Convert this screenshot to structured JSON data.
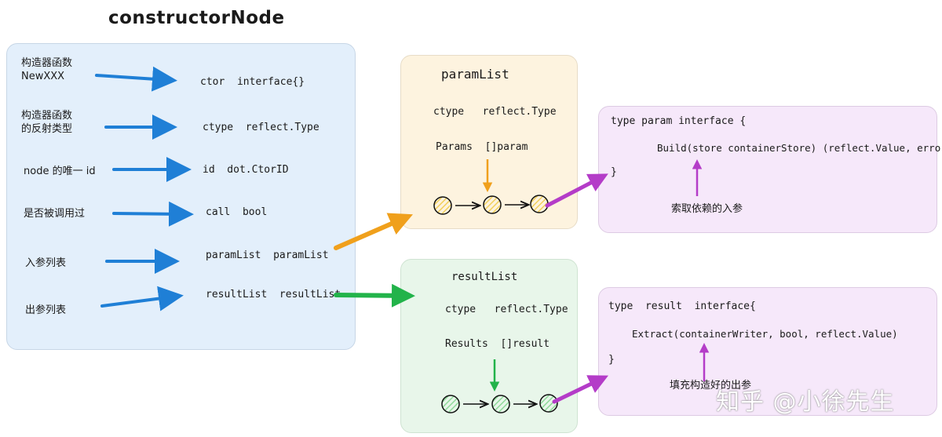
{
  "title": "constructorNode",
  "node": {
    "rows": [
      {
        "label": "构造器函数\nNewXXX",
        "field": "ctor  interface{}"
      },
      {
        "label": "构造器函数\n的反射类型",
        "field": "ctype  reflect.Type"
      },
      {
        "label": "node 的唯一 id",
        "field": "id  dot.CtorID"
      },
      {
        "label": "是否被调用过",
        "field": "call  bool"
      },
      {
        "label": "入参列表",
        "field": "paramList  paramList"
      },
      {
        "label": "出参列表",
        "field": "resultList  resultList"
      }
    ]
  },
  "param_list": {
    "title": "paramList",
    "ctype": "ctype   reflect.Type",
    "params": "Params  []param"
  },
  "result_list": {
    "title": "resultList",
    "ctype": "ctype   reflect.Type",
    "results": "Results  []result"
  },
  "param_iface": {
    "line1": "type param interface {",
    "line2": "Build(store containerStore) (reflect.Value, error)",
    "line3": "}",
    "note": "索取依赖的入参"
  },
  "result_iface": {
    "line1": "type  result  interface{",
    "line2": "Extract(containerWriter, bool, reflect.Value)",
    "line3": "}",
    "note": "填充构造好的出参"
  },
  "watermark": "知乎 @小徐先生",
  "colors": {
    "blue_arrow": "#1f7fd6",
    "orange_arrow": "#f0a01c",
    "green_arrow": "#22b34a",
    "purple_arrow": "#b43cc8",
    "yellow_dot": "#f2cf5a",
    "green_dot": "#8fd99a"
  }
}
